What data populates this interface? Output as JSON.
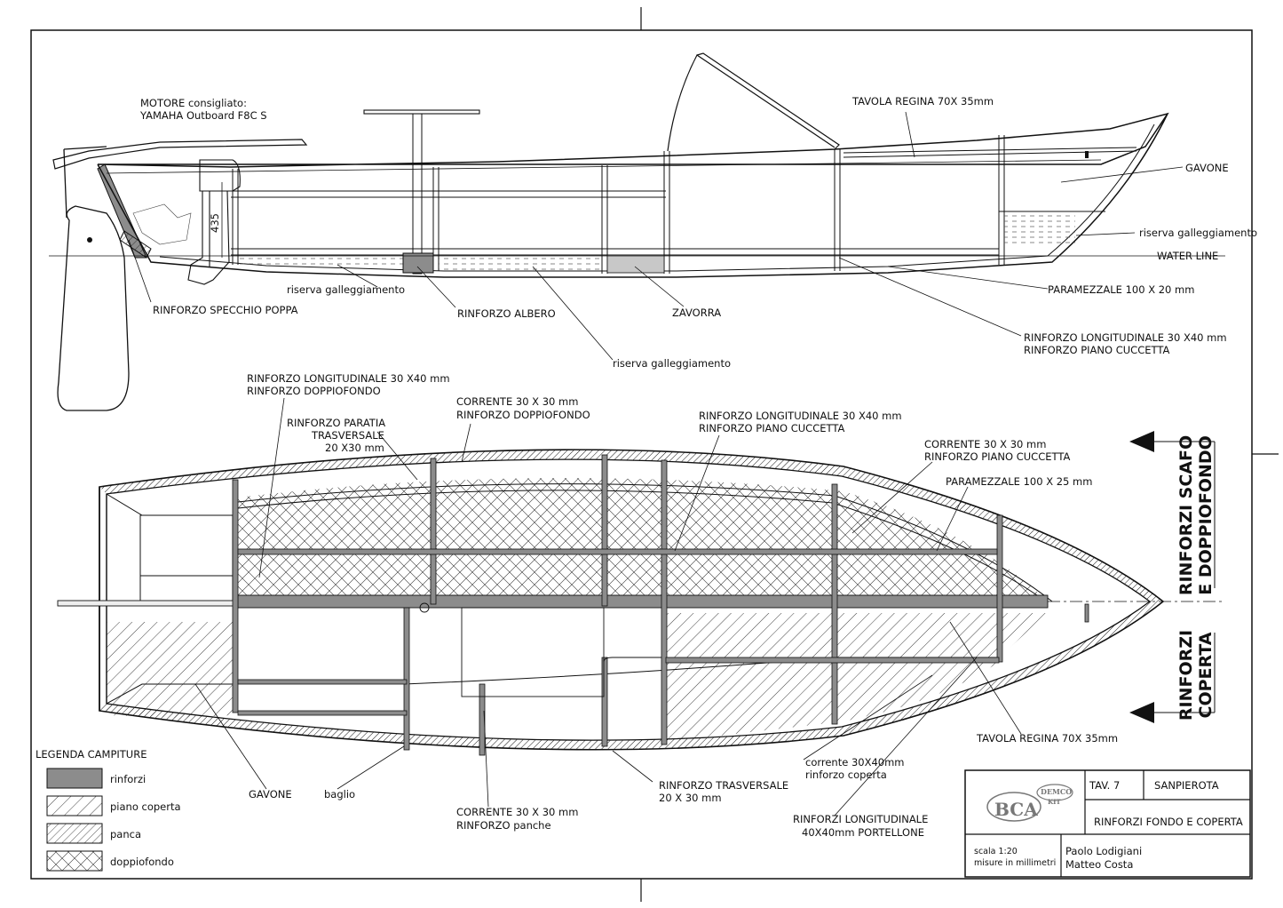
{
  "profile_view": {
    "motor_title": "MOTORE consigliato:",
    "motor_model": "YAMAHA Outboard F8C S",
    "dimension_435": "435",
    "tavola_regina": "TAVOLA REGINA 70X 35mm",
    "gavone": "GAVONE",
    "riserva_galleggiamento_bow": "riserva galleggiamento",
    "water_line": "WATER LINE",
    "riserva_galleggiamento_stern": "riserva galleggiamento",
    "rinforzo_specchio_poppa": "RINFORZO SPECCHIO POPPA",
    "rinforzo_albero": "RINFORZO ALBERO",
    "zavorra": "ZAVORRA",
    "paramezzale": "PARAMEZZALE 100 X 20 mm",
    "rinforzo_longitudinale_1": "RINFORZO LONGITUDINALE 30 X40 mm",
    "rinforzo_longitudinale_2": "RINFORZO PIANO CUCCETTA",
    "riserva_galleggiamento_mid": "riserva galleggiamento"
  },
  "plan_view": {
    "rl_doppiofondo_1": "RINFORZO LONGITUDINALE 30 X40 mm",
    "rl_doppiofondo_2": "RINFORZO DOPPIOFONDO",
    "paratia_1": "RINFORZO PARATIA",
    "paratia_2": "TRASVERSALE",
    "paratia_3": "20 X30 mm",
    "corrente_doppiofondo_1": "CORRENTE 30 X 30 mm",
    "corrente_doppiofondo_2": "RINFORZO DOPPIOFONDO",
    "rl_cuccetta_1": "RINFORZO LONGITUDINALE 30 X40 mm",
    "rl_cuccetta_2": "RINFORZO PIANO CUCCETTA",
    "corrente_cuccetta_1": "CORRENTE 30 X 30 mm",
    "corrente_cuccetta_2": "RINFORZO PIANO CUCCETTA",
    "paramezzale": "PARAMEZZALE 100 X 25 mm",
    "tavola_regina": "TAVOLA REGINA 70X 35mm",
    "corrente_coperta_1": "corrente 30X40mm",
    "corrente_coperta_2": "rinforzo coperta",
    "rinforzi_long_1": "RINFORZI LONGITUDINALE",
    "rinforzi_long_2": "40X40mm PORTELLONE",
    "trasversale_1": "RINFORZO TRASVERSALE",
    "trasversale_2": "20 X 30 mm",
    "corrente_panche_1": "CORRENTE 30 X 30 mm",
    "corrente_panche_2": "RINFORZO panche",
    "baglio": "baglio",
    "gavone": "GAVONE"
  },
  "side_labels": {
    "scafo_1": "RINFORZI SCAFO",
    "scafo_2": "E DOPPIOFONDO",
    "coperta_1": "RINFORZI",
    "coperta_2": "COPERTA"
  },
  "legend": {
    "title": "LEGENDA CAMPITURE",
    "items": [
      {
        "label": "rinforzi",
        "pattern": "solid-grey"
      },
      {
        "label": "piano coperta",
        "pattern": "hatch-wide"
      },
      {
        "label": "panca",
        "pattern": "hatch-dense"
      },
      {
        "label": "doppiofondo",
        "pattern": "crosshatch"
      }
    ]
  },
  "title_block": {
    "logo_text_main": "BCA",
    "logo_text_top": "DEMCO",
    "logo_text_kit": "KIT",
    "tav": "TAV. 7",
    "boat": "SANPIEROTA",
    "drawing_title": "RINFORZI FONDO E COPERTA",
    "scale": "scala 1:20",
    "units": "misure in millimetri",
    "author_1": "Paolo Lodigiani",
    "author_2": "Matteo Costa"
  },
  "colors": {
    "line": "#111111",
    "reinforcement_fill": "#8c8c8c",
    "ballast_fill": "#c8c8c8"
  }
}
